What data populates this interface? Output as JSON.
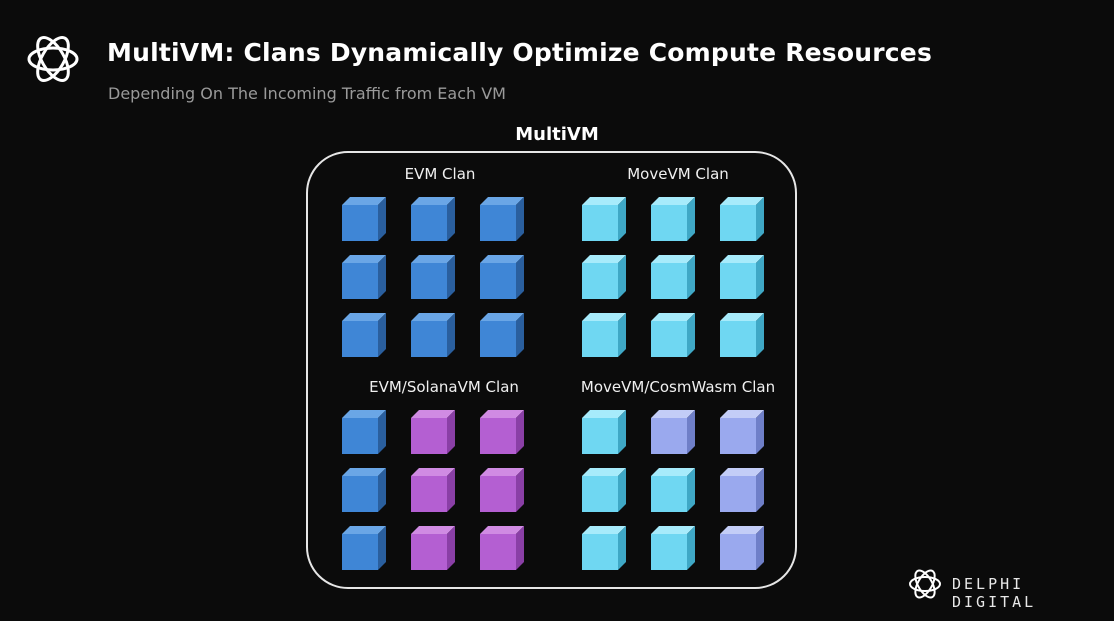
{
  "header": {
    "title": "MultiVM: Clans Dynamically Optimize Compute Resources",
    "subtitle": "Depending On The Incoming Traffic from Each VM"
  },
  "diagram": {
    "label": "MultiVM",
    "clans": [
      {
        "label": "EVM Clan",
        "cubes": [
          "blue",
          "blue",
          "blue",
          "blue",
          "blue",
          "blue",
          "blue",
          "blue",
          "blue"
        ]
      },
      {
        "label": "MoveVM Clan",
        "cubes": [
          "cyan",
          "cyan",
          "cyan",
          "cyan",
          "cyan",
          "cyan",
          "cyan",
          "cyan",
          "cyan"
        ]
      },
      {
        "label": "EVM/SolanaVM Clan",
        "cubes": [
          "blue",
          "purple",
          "purple",
          "blue",
          "purple",
          "purple",
          "blue",
          "purple",
          "purple"
        ]
      },
      {
        "label": "MoveVM/CosmWasm Clan",
        "cubes": [
          "cyan",
          "lavender",
          "lavender",
          "cyan",
          "cyan",
          "lavender",
          "cyan",
          "cyan",
          "lavender"
        ]
      }
    ],
    "colors": {
      "blue": {
        "front": "#3f86d6",
        "top": "#6aa6e6",
        "side": "#2a5f9e"
      },
      "cyan": {
        "front": "#6fd7f2",
        "top": "#a7ebfb",
        "side": "#3fa8c6"
      },
      "purple": {
        "front": "#b45fd2",
        "top": "#d08be3",
        "side": "#8a3fa6"
      },
      "lavender": {
        "front": "#9aa9ee",
        "top": "#c3cdf7",
        "side": "#6f7fc8"
      }
    }
  },
  "brand": {
    "name": "DELPHI DIGITAL",
    "logo_icon": "knot-logo-icon"
  },
  "background_color": "#0b0b0b"
}
